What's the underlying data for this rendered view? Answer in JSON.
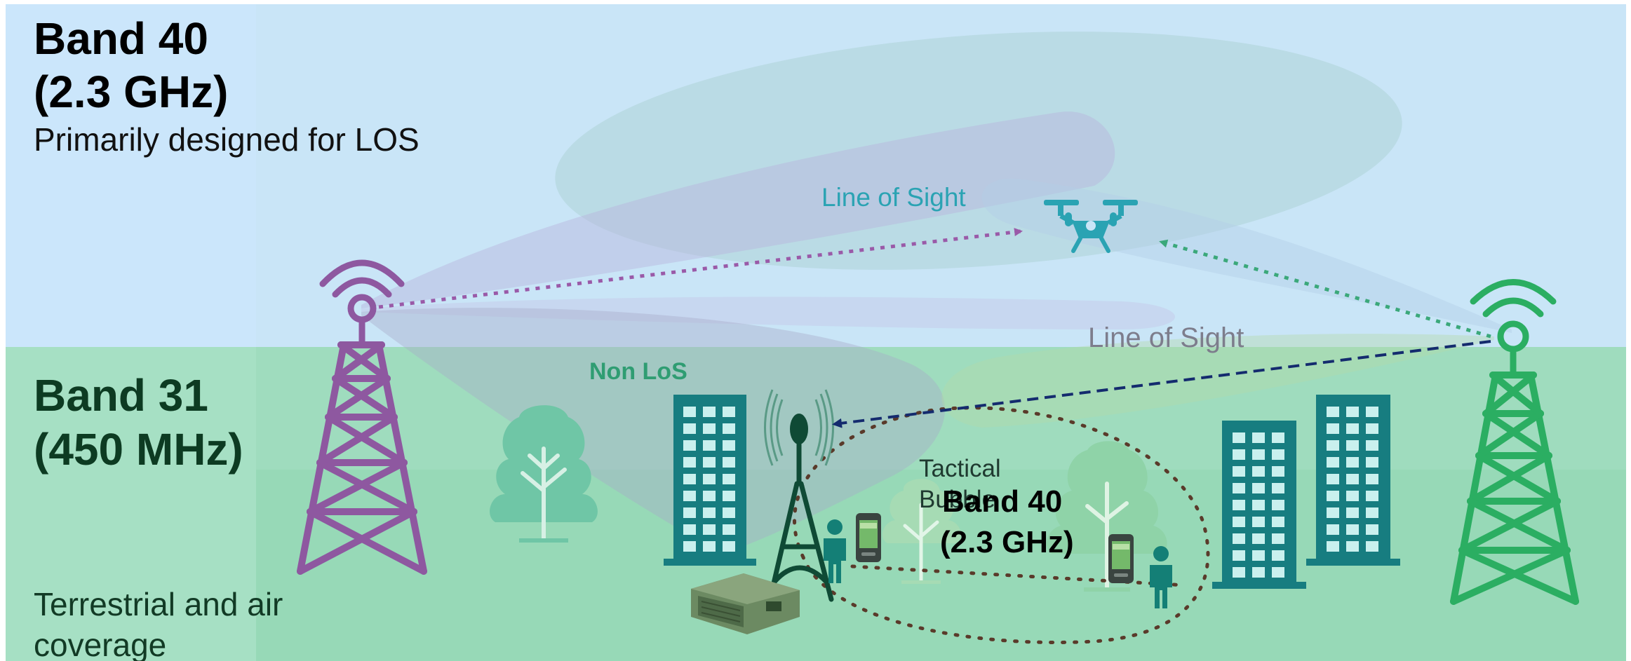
{
  "bands": {
    "top": {
      "title_line1": "Band 40",
      "title_line2": "(2.3 GHz)",
      "description": "Primarily designed for LOS"
    },
    "bottom": {
      "title_line1": "Band 31",
      "title_line2": "(450 MHz)",
      "description_line1": "Terrestrial and air",
      "description_line2": "coverage"
    }
  },
  "labels": {
    "los_drone": "Line of Sight",
    "los_ground": "Line of Sight",
    "non_los": "Non LoS",
    "tactical_line1": "Tactical",
    "tactical_line2": "Bubble",
    "bubble_band_line1": "Band 40",
    "bubble_band_line2": "(2.3 GHz)"
  },
  "colors": {
    "sky_band": "#c9e5f7",
    "ground_band": "#9fdcbe",
    "tower_left": "#8e58a0",
    "tower_right": "#2bae62",
    "teal_objects": "#117a7a",
    "drone": "#2aa3b3",
    "dark_link": "#142b6e",
    "bubble_dots": "#5a3a2a"
  },
  "icons": [
    "cell-tower-icon",
    "drone-icon",
    "building-icon",
    "tree-icon",
    "person-icon",
    "smartphone-icon",
    "antenna-icon",
    "radio-box-icon"
  ]
}
